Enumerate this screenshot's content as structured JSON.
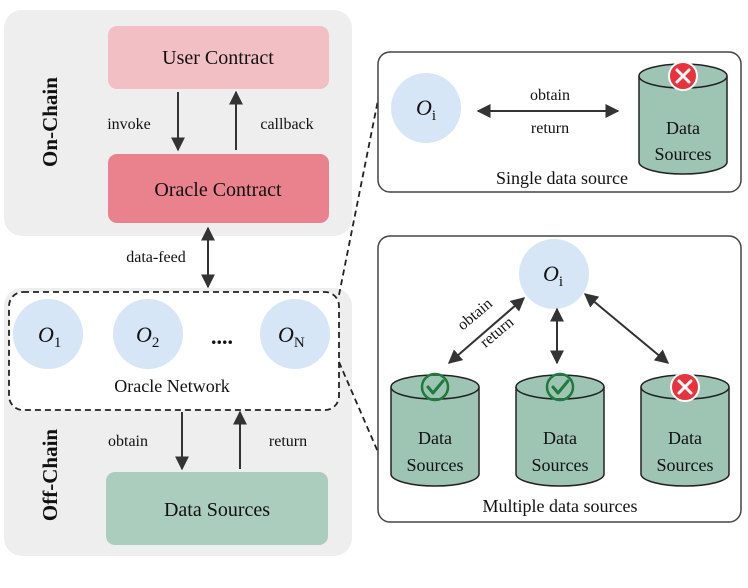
{
  "on_chain": {
    "label": "On-Chain",
    "user_contract": "User Contract",
    "oracle_contract": "Oracle Contract",
    "invoke": "invoke",
    "callback": "callback"
  },
  "data_feed": "data-feed",
  "oracle_network": {
    "label": "Oracle Network",
    "o1": "1",
    "o2": "2",
    "ellipsis": "....",
    "on": "N",
    "node_symbol": "O"
  },
  "off_chain": {
    "label": "Off-Chain",
    "obtain": "obtain",
    "return": "return",
    "data_sources": "Data Sources"
  },
  "single": {
    "oracle_symbol": "O",
    "oracle_sub": "i",
    "obtain": "obtain",
    "return": "return",
    "db_line1": "Data",
    "db_line2": "Sources",
    "caption": "Single data source"
  },
  "multiple": {
    "oracle_symbol": "O",
    "oracle_sub": "i",
    "obtain": "obtain",
    "return": "return",
    "db_line1": "Data",
    "db_line2": "Sources",
    "caption": "Multiple data sources"
  },
  "colors": {
    "on_chain_bg": "#eeeeee",
    "user_contract": "#f2c0c4",
    "oracle_contract": "#e9828d",
    "data_sources": "#aacdbd",
    "oracle_node": "#d6e6f7",
    "cylinder": "#9ec4b3",
    "check": "#1f7a3e",
    "cross": "#e8323c"
  }
}
